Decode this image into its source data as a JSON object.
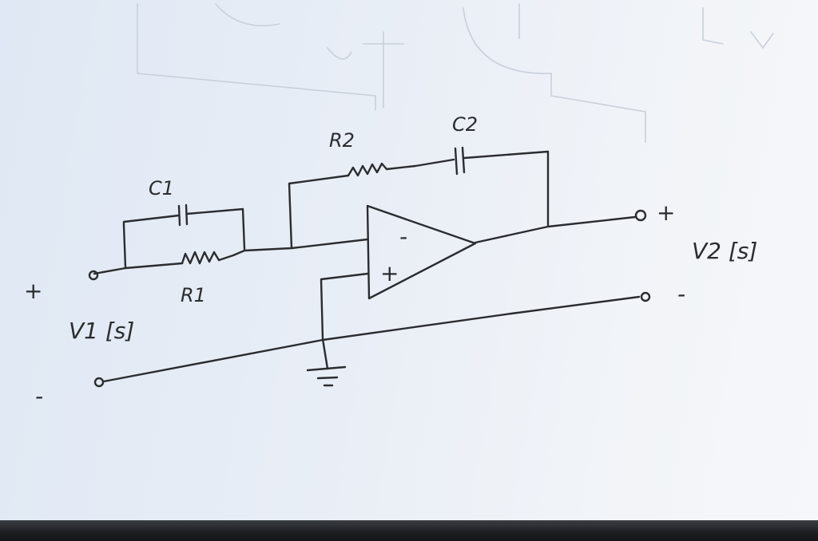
{
  "labels": {
    "r2": "R2",
    "c2": "C2",
    "c1": "C1",
    "r1": "R1",
    "opamp_minus": "-",
    "opamp_plus": "+",
    "input_plus": "+",
    "input_minus": "-",
    "input_signal": "V1 [s]",
    "output_plus": "+",
    "output_minus": "-",
    "output_signal": "V2 [s]"
  },
  "colors": {
    "ink": "#2a2c30",
    "paper": "#e9eef6"
  }
}
